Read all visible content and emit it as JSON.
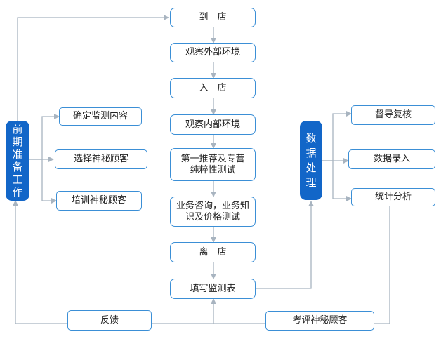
{
  "main_flow": {
    "arrive": "到　店",
    "observe_outside": "观察外部环境",
    "enter": "入　店",
    "observe_inside": "观察内部环境",
    "recommend_test": "第一推荐及专营纯粹性测试",
    "knowledge_test": "业务咨询，业务知识及价格测试",
    "leave": "离　店",
    "fill_form": "填写监测表"
  },
  "preparation": {
    "title_chars": [
      "前",
      "期",
      "准",
      "备",
      "工",
      "作"
    ],
    "items": [
      "确定监测内容",
      "选择神秘顾客",
      "培训神秘顾客"
    ]
  },
  "data_processing": {
    "title_chars": [
      "数",
      "据",
      "处",
      "理"
    ],
    "items": [
      "督导复核",
      "数据录入",
      "统计分析"
    ]
  },
  "bottom": {
    "feedback": "反馈",
    "evaluate": "考评神秘顾客"
  },
  "colors": {
    "box_border": "#3b8fd6",
    "vertical_box_fill": "#1266c8",
    "connector": "#a8b4c0"
  }
}
